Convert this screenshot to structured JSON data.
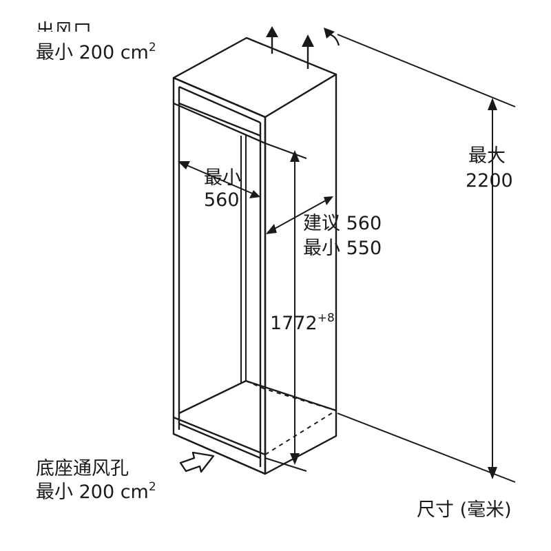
{
  "labels": {
    "top_vent_title": "出风口",
    "top_vent_area": "最小 200 cm",
    "top_vent_sup": "2",
    "max_height_word": "最大",
    "max_height_value": "2200",
    "min_width_word": "最小",
    "min_width_value": "560",
    "depth_recommended": "建议 560",
    "depth_minimum": "最小 550",
    "niche_height_value": "1772",
    "niche_height_tolerance": "+8",
    "base_vent_title": "底座通风孔",
    "base_vent_area": "最小 200 cm",
    "base_vent_sup": "2",
    "units_note": "尺寸 (毫米)"
  }
}
